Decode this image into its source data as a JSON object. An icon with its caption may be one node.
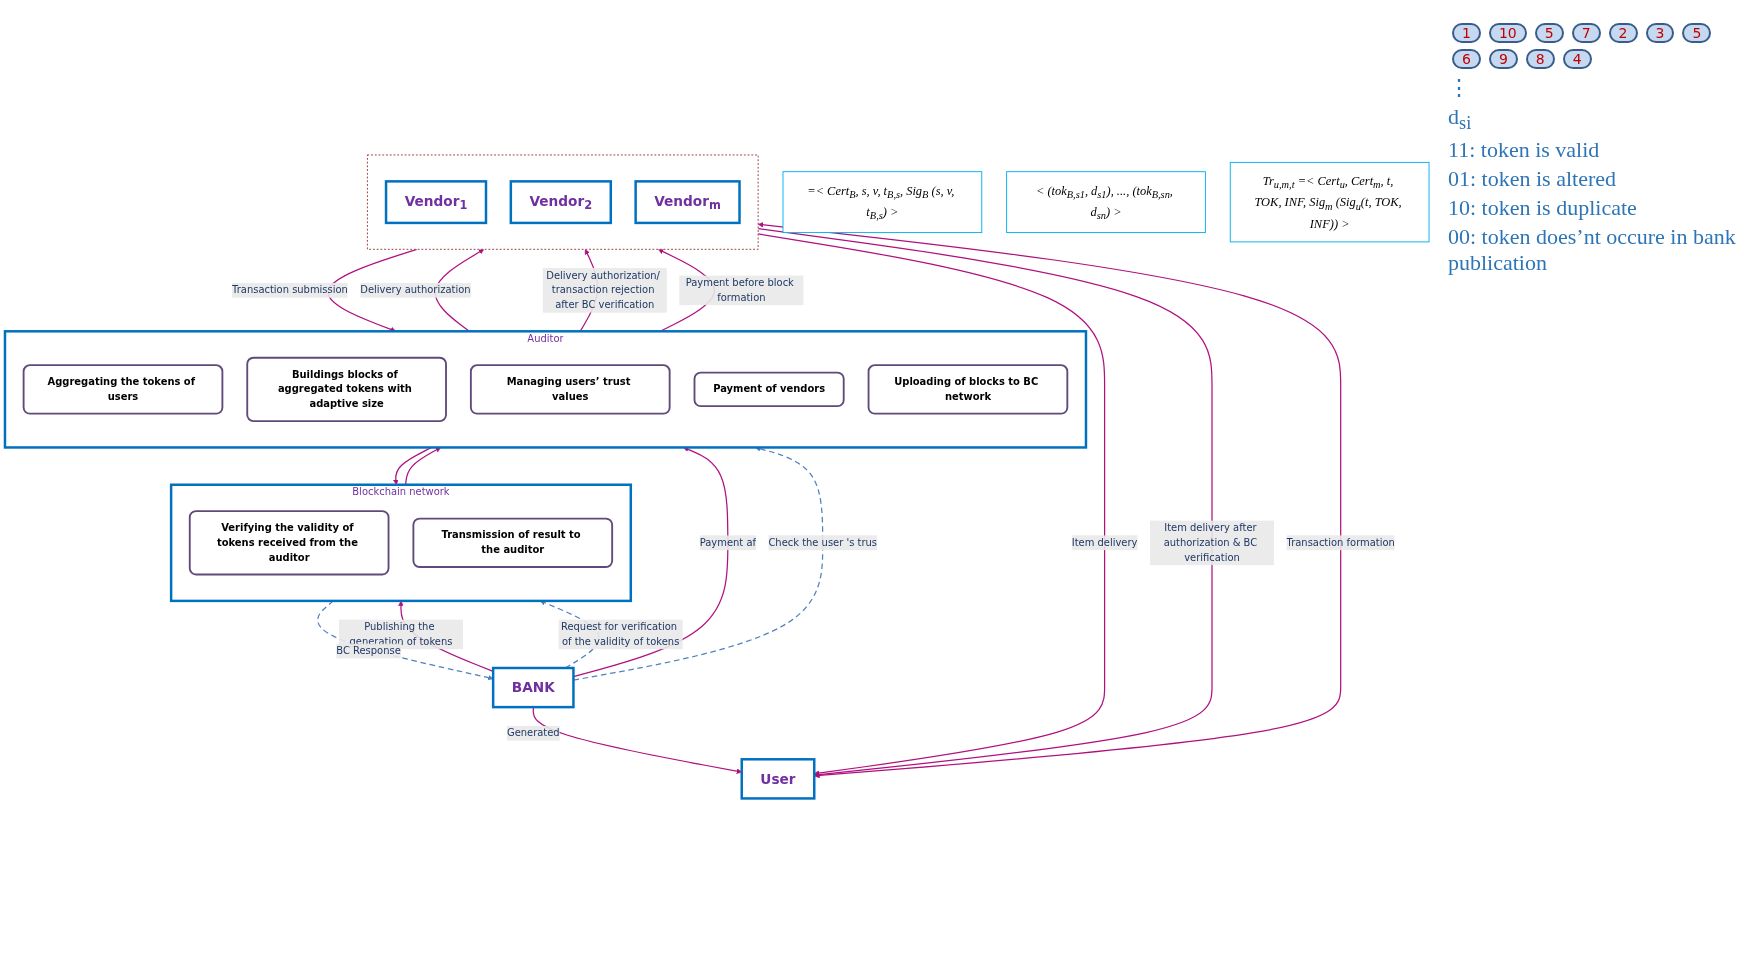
{
  "diagram": {
    "nodes": [
      {
        "text": [
          "BANK"
        ]
      },
      {
        "text": [
          "Blockchain network"
        ]
      },
      {
        "text": [
          "Verifying the validity of tokens received from the auditor"
        ],
        "in": 1
      },
      {
        "text": [
          "Transmission of result to the auditor"
        ],
        "in": 1
      },
      {
        "text": [
          "Auditor"
        ]
      },
      {
        "text": [
          "Aggregating the tokens of users"
        ],
        "in": 4
      },
      {
        "text": [
          "Buildings blocks of aggregated tokens with adaptive size"
        ],
        "in": 4
      },
      {
        "text": [
          "Managing users’ trust values"
        ],
        "in": 4
      },
      {
        "text": [
          "Payment of vendors"
        ],
        "in": 4
      },
      {
        "text": [
          "Uploading of blocks to BC network"
        ],
        "in": 4
      },
      {
        "text": [
          "User"
        ]
      },
      {
        "text": [],
        "shape": "box"
      },
      {
        "text": [
          "Vendor$_{1}$"
        ],
        "in": 11
      },
      {
        "text": [
          "Vendor$_{2}$"
        ],
        "in": 11
      },
      {
        "text": [
          "Vendor$_{m}$"
        ],
        "in": 11
      },
      {
        "text": [
          "=< Cert$_{B}$, s, v, t$_{B,s}$, Sig$_{B}$ (s, v, t$_{B,s}$) >"
        ]
      },
      {
        "text": [
          "< (tok$_{B,s1}$, d$_{s1}$), ..., (tok$_{B,sn}$, d$_{sn}$) >"
        ]
      },
      {
        "text": [
          "Tr$_{u,m,t}$ =< Cert$_{u}$, Cert$_{m}$, t, TOK, INF, Sig$_{m}$ (Sig$_{u}$(t, TOK, INF)) >"
        ]
      }
    ],
    "edges": [
      {
        "from": 0,
        "to": 1,
        "arrow": "to",
        "label": "Publishing the generation of tokens"
      },
      {
        "from": 0,
        "to": 1,
        "arrow": "to",
        "label": "Request for verification of the validity of tokens",
        "style": "dashed",
        "color": "#4f81bd"
      },
      {
        "from": 1,
        "to": 0,
        "arrow": "to",
        "label": "BC Response",
        "style": "dashed",
        "color": "#4f81bd"
      },
      {
        "from": 0,
        "to": 4,
        "arrow": "to",
        "label": "Payment af"
      },
      {
        "from": 0,
        "to": 4,
        "arrow": "to",
        "label": "Check the user 's trus",
        "style": "dashed",
        "color": "#4f81bd"
      },
      {
        "from": 0,
        "to": 10,
        "arrow": "to",
        "label": "Generated"
      },
      {
        "from": 10,
        "to": 11,
        "arrow": "both",
        "label": "Transaction formation"
      },
      {
        "from": 11,
        "to": 10,
        "arrow": "to",
        "label": "Item delivery"
      },
      {
        "from": 11,
        "to": 10,
        "arrow": "to",
        "label": "Item delivery after authorization & BC verification"
      },
      {
        "from": 11,
        "to": 4,
        "arrow": "to",
        "label": "Transaction submission"
      },
      {
        "from": 4,
        "to": 11,
        "arrow": "to",
        "label": "Delivery authorization"
      },
      {
        "from": 4,
        "to": 11,
        "arrow": "to",
        "label": "Delivery authorization/ transaction rejection after BC verification"
      },
      {
        "from": 4,
        "to": 11,
        "arrow": "to",
        "label": "Payment before block formation"
      },
      {
        "from": 4,
        "to": 1,
        "arrow": "to"
      },
      {
        "from": 1,
        "to": 4,
        "arrow": "to"
      }
    ],
    "labels": [
      "1",
      "10",
      "5",
      "7",
      "2",
      "3",
      "5",
      "6",
      "9",
      "8",
      "4",
      "⋮",
      "d$_{si}$",
      "11: token is valid",
      "01: token is altered",
      "10: token is duplicate",
      "00: token does’nt occure in bank publication"
    ]
  }
}
